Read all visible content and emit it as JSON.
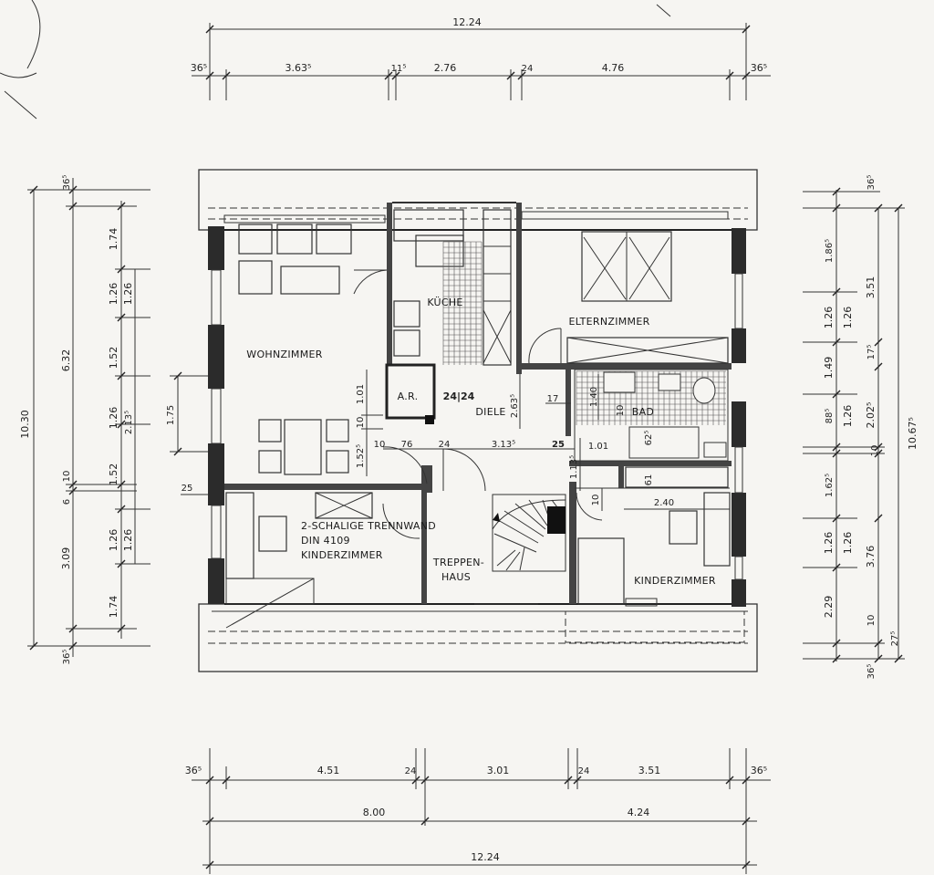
{
  "rooms": {
    "wohnzimmer": "WOHNZIMMER",
    "kueche": "KÜCHE",
    "elternzimmer": "ELTERNZIMMER",
    "ar": "A.R.",
    "diele": "DIELE",
    "bad": "BAD",
    "trennwand_1": "2-SCHALIGE TRENNWAND",
    "trennwand_2": "DIN 4109",
    "kinderzimmer_left": "KINDERZIMMER",
    "treppenhaus_1": "TREPPEN-",
    "treppenhaus_2": "HAUS",
    "kinderzimmer_right": "KINDERZIMMER"
  },
  "dims_top": {
    "total": "12.24",
    "d1": "36⁵",
    "d2": "3.63⁵",
    "d3": "11⁵",
    "d4": "2.76",
    "d5": "24",
    "d6": "4.76",
    "d7": "36⁵"
  },
  "dims_bottom": {
    "d1": "36⁵",
    "d2": "4.51",
    "d3": "24",
    "d4": "3.01",
    "d5": "24",
    "d6": "3.51",
    "d7": "36⁵",
    "s1": "8.00",
    "s2": "4.24",
    "total": "12.24"
  },
  "dims_left": {
    "total": "10.30",
    "a1": "36⁵",
    "a2": "6.32",
    "a3": "10",
    "a4": "6",
    "a5": "3.09",
    "a6": "36⁵",
    "b1": "1.74",
    "b2": "1.26",
    "b3": "1.52",
    "b4": "1.26",
    "b5": "1.52",
    "b6": "1.26",
    "b7": "1.74",
    "c1": "1.26",
    "c2": "2.13⁵",
    "c3": "1.26",
    "w1": "1.75",
    "w2": "25"
  },
  "dims_right": {
    "total": "10.67⁵",
    "a1": "36⁵",
    "a2": "1.86⁵",
    "a3": "1.26",
    "a4": "1.49",
    "a5": "88⁵",
    "a6": "10",
    "a7": "1.62⁵",
    "a8": "1.26",
    "a9": "2.29",
    "a10": "36⁵",
    "b1": "3.51",
    "b2": "1.26",
    "b3": "17⁵",
    "b4": "2.02⁵",
    "b5": "1.26",
    "b6": "3.76",
    "b7": "10",
    "b8": "27⁵"
  },
  "dims_inner": {
    "i1": "1.01",
    "i2": "1.52⁵",
    "i3": "10",
    "i4": "10",
    "i5": "76",
    "i6": "24",
    "i7": "3.13⁵",
    "i8": "2.63⁵",
    "i9": "24|24",
    "i10": "17",
    "i11": "1.01",
    "i12": "1.13⁵",
    "i13": "10",
    "i14": "2.40",
    "i15": "61",
    "i16": "62⁵",
    "i17": "10",
    "i18": "1.40",
    "i19": "25"
  }
}
